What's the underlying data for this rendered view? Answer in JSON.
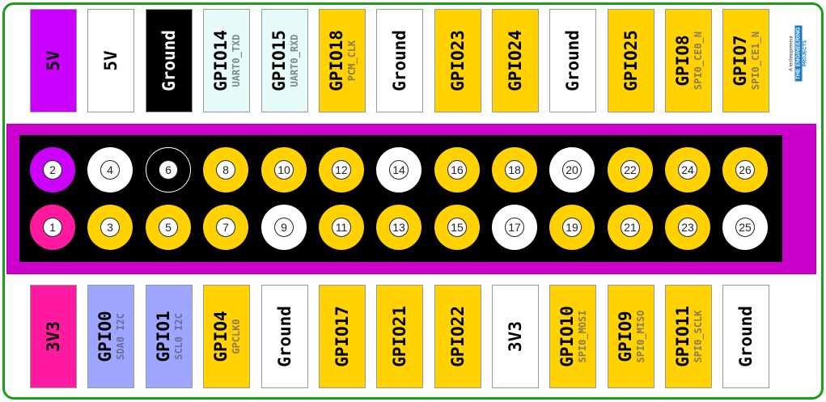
{
  "colors": {
    "magenta": "#cc00ff",
    "pink": "#ff1aa0",
    "white": "#ffffff",
    "black": "#000000",
    "cyan": "#e6fbf8",
    "yellow": "#ffd200",
    "blue": "#9ea6ff",
    "connector": "#cc00cc",
    "frame": "#1e9a1e"
  },
  "top_labels": [
    {
      "main": "5V",
      "sub": "",
      "color": "magenta"
    },
    {
      "main": "5V",
      "sub": "",
      "color": "white"
    },
    {
      "main": "Ground",
      "sub": "",
      "color": "black"
    },
    {
      "main": "GPIO14",
      "sub": "UART0_TXD",
      "color": "cyan"
    },
    {
      "main": "GPIO15",
      "sub": "UART0_RXD",
      "color": "cyan"
    },
    {
      "main": "GPIO18",
      "sub": "PCM_CLK",
      "color": "yellow"
    },
    {
      "main": "Ground",
      "sub": "",
      "color": "white"
    },
    {
      "main": "GPIO23",
      "sub": "",
      "color": "yellow"
    },
    {
      "main": "GPIO24",
      "sub": "",
      "color": "yellow"
    },
    {
      "main": "Ground",
      "sub": "",
      "color": "white"
    },
    {
      "main": "GPIO25",
      "sub": "",
      "color": "yellow"
    },
    {
      "main": "GPIO8",
      "sub": "SPI0_CE0_N",
      "color": "yellow"
    },
    {
      "main": "GPIO7",
      "sub": "SPI0_CE1_N",
      "color": "yellow"
    }
  ],
  "bottom_labels": [
    {
      "main": "3V3",
      "sub": "",
      "color": "pink"
    },
    {
      "main": "GPIO0",
      "sub": "SDA0 I2C",
      "color": "blue"
    },
    {
      "main": "GPIO1",
      "sub": "SCL0 I2C",
      "color": "blue"
    },
    {
      "main": "GPIO4",
      "sub": "GPCLK0",
      "color": "yellow"
    },
    {
      "main": "Ground",
      "sub": "",
      "color": "white"
    },
    {
      "main": "GPIO17",
      "sub": "",
      "color": "yellow"
    },
    {
      "main": "GPIO21",
      "sub": "",
      "color": "yellow"
    },
    {
      "main": "GPIO22",
      "sub": "",
      "color": "yellow"
    },
    {
      "main": "3V3",
      "sub": "",
      "color": "white"
    },
    {
      "main": "GPIO10",
      "sub": "SPI0_MOSI",
      "color": "yellow"
    },
    {
      "main": "GPIO9",
      "sub": "SPI0_MISO",
      "color": "yellow"
    },
    {
      "main": "GPIO11",
      "sub": "SPI0_SCLK",
      "color": "yellow"
    },
    {
      "main": "Ground",
      "sub": "",
      "color": "white"
    }
  ],
  "pins_top": [
    {
      "num": "2",
      "color": "magenta"
    },
    {
      "num": "4",
      "color": "white"
    },
    {
      "num": "6",
      "color": "black"
    },
    {
      "num": "8",
      "color": "yellow"
    },
    {
      "num": "10",
      "color": "yellow"
    },
    {
      "num": "12",
      "color": "yellow"
    },
    {
      "num": "14",
      "color": "white"
    },
    {
      "num": "16",
      "color": "yellow"
    },
    {
      "num": "18",
      "color": "yellow"
    },
    {
      "num": "20",
      "color": "white"
    },
    {
      "num": "22",
      "color": "yellow"
    },
    {
      "num": "24",
      "color": "yellow"
    },
    {
      "num": "26",
      "color": "yellow"
    }
  ],
  "pins_bottom": [
    {
      "num": "1",
      "color": "pink"
    },
    {
      "num": "3",
      "color": "yellow"
    },
    {
      "num": "5",
      "color": "yellow"
    },
    {
      "num": "7",
      "color": "yellow"
    },
    {
      "num": "9",
      "color": "white"
    },
    {
      "num": "11",
      "color": "yellow"
    },
    {
      "num": "13",
      "color": "yellow"
    },
    {
      "num": "15",
      "color": "yellow"
    },
    {
      "num": "17",
      "color": "white"
    },
    {
      "num": "19",
      "color": "yellow"
    },
    {
      "num": "21",
      "color": "yellow"
    },
    {
      "num": "23",
      "color": "yellow"
    },
    {
      "num": "25",
      "color": "white"
    }
  ],
  "logo": {
    "line1": "A technopreneur",
    "line2": "THE ENGINEERING",
    "line3": "PROJECTS"
  }
}
